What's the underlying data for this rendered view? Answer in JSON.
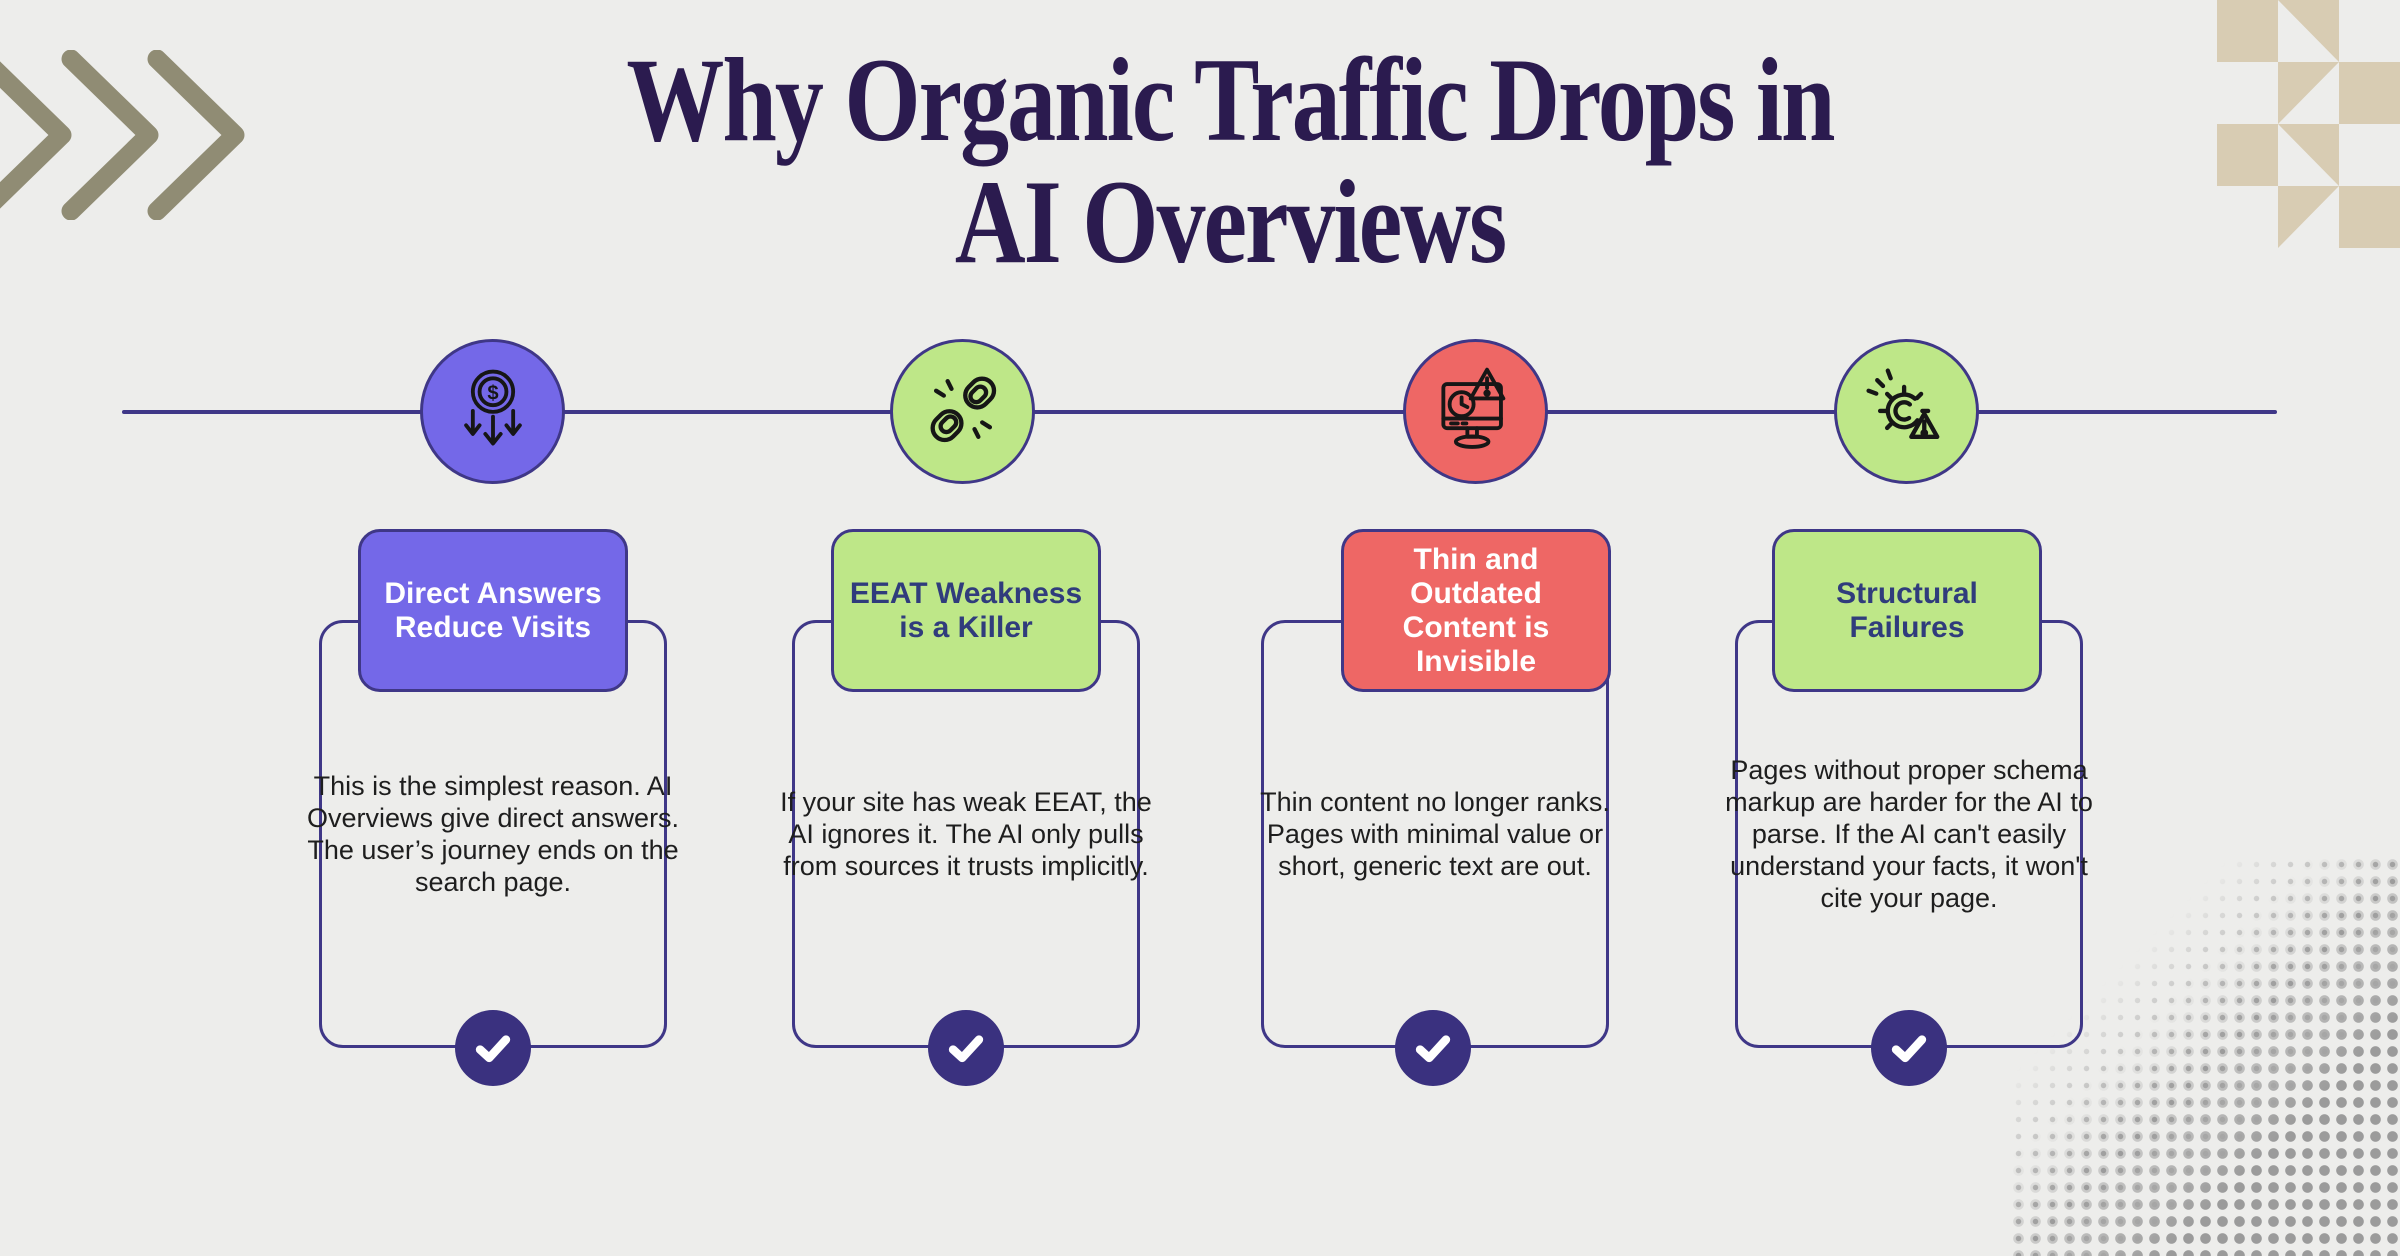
{
  "page": {
    "title_line1": "Why Organic Traffic Drops in",
    "title_line2": "AI Overviews"
  },
  "palette": {
    "background": "#EDEDEB",
    "title": "#2B1B4F",
    "card_outline": "#3F3787",
    "connector": "#3F3787",
    "badge": "#3A317F",
    "body_text": "#1E1E1E",
    "chevron": "#908C74",
    "quilt": "#D8CCB3",
    "dots": "#9B9B9B",
    "purple": "#7468E8",
    "green": "#BEE788",
    "red": "#EE6765",
    "navy_heading": "#303C7C"
  },
  "decorations": {
    "top_left": "triple-chevron-icon",
    "top_right": "quilt-squares-pattern",
    "bottom_right": "halftone-dots-pattern"
  },
  "columns": [
    {
      "icon": "money-down-icon",
      "accent": "#7468E8",
      "heading": "Direct Answers\nReduce Visits",
      "heading_color": "#FFFFFF",
      "body": "This is the simplest reason. AI Overviews give direct answers. The user’s journey ends on the search page."
    },
    {
      "icon": "broken-link-icon",
      "accent": "#BEE788",
      "heading": "EEAT Weakness\nis a Killer",
      "heading_color": "#303C7C",
      "body": "If your site has weak EEAT, the AI ignores it. The AI only pulls from sources it trusts implicitly."
    },
    {
      "icon": "outdated-content-icon",
      "accent": "#EE6765",
      "heading": "Thin and\nOutdated\nContent is\nInvisible",
      "heading_color": "#FFFFFF",
      "body": "Thin content no longer ranks. Pages with minimal value or short, generic text are out."
    },
    {
      "icon": "broken-gear-alert-icon",
      "accent": "#BEE788",
      "heading": "Structural\nFailures",
      "heading_color": "#303C7C",
      "body": "Pages without proper schema markup are harder for the AI to parse. If the AI can't easily understand your facts, it won't cite your page."
    }
  ]
}
